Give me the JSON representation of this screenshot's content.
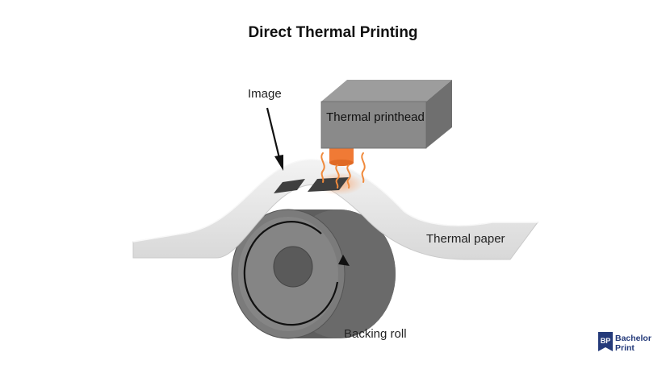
{
  "title": "Direct Thermal Printing",
  "labels": {
    "image": "Image",
    "printhead": "Thermal printhead",
    "paper": "Thermal paper",
    "roll": "Backing roll"
  },
  "logo": {
    "line1": "Bachelor",
    "line2": "Print",
    "mark": "BP"
  },
  "colors": {
    "printhead": "#8a8a8a",
    "heater": "#f07a35",
    "paper": "#e9e9e9",
    "roll": "#7b7b7b",
    "brand": "#243a7a"
  }
}
